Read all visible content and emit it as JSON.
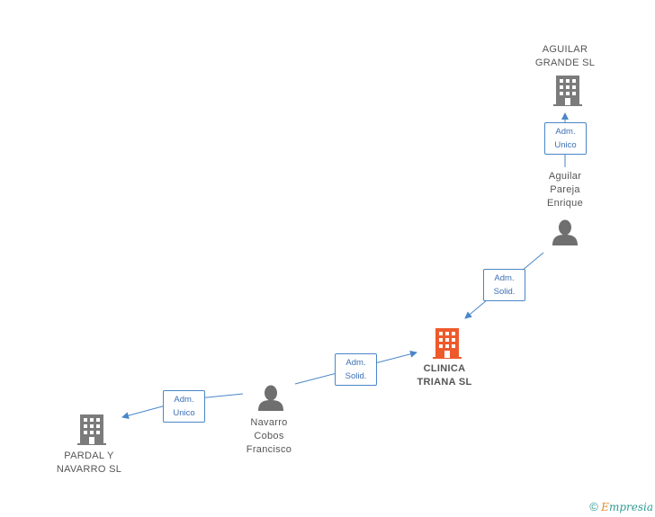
{
  "colors": {
    "edge": "#4a86c8",
    "company": "#7b7b7b",
    "company_main": "#ee5a2b",
    "person": "#6f6f6f"
  },
  "nodes": {
    "aguilar_grande": {
      "label": "AGUILAR\nGRANDE SL",
      "icon": "building-icon"
    },
    "aguilar_pareja": {
      "label": "Aguilar\nPareja\nEnrique",
      "icon": "person-icon"
    },
    "clinica_triana": {
      "label": "CLINICA\nTRIANA SL",
      "icon": "building-icon"
    },
    "navarro_cobos": {
      "label": "Navarro\nCobos\nFrancisco",
      "icon": "person-icon"
    },
    "pardal_navarro": {
      "label": "PARDAL Y\nNAVARRO SL",
      "icon": "building-icon"
    }
  },
  "edges": {
    "e1": {
      "line1": "Adm.",
      "line2": "Unico"
    },
    "e2": {
      "line1": "Adm.",
      "line2": "Solid."
    },
    "e3": {
      "line1": "Adm.",
      "line2": "Solid."
    },
    "e4": {
      "line1": "Adm.",
      "line2": "Unico"
    }
  },
  "footer": {
    "copyright": "©",
    "brand_e": "E",
    "brand_rest": "mpresia"
  }
}
